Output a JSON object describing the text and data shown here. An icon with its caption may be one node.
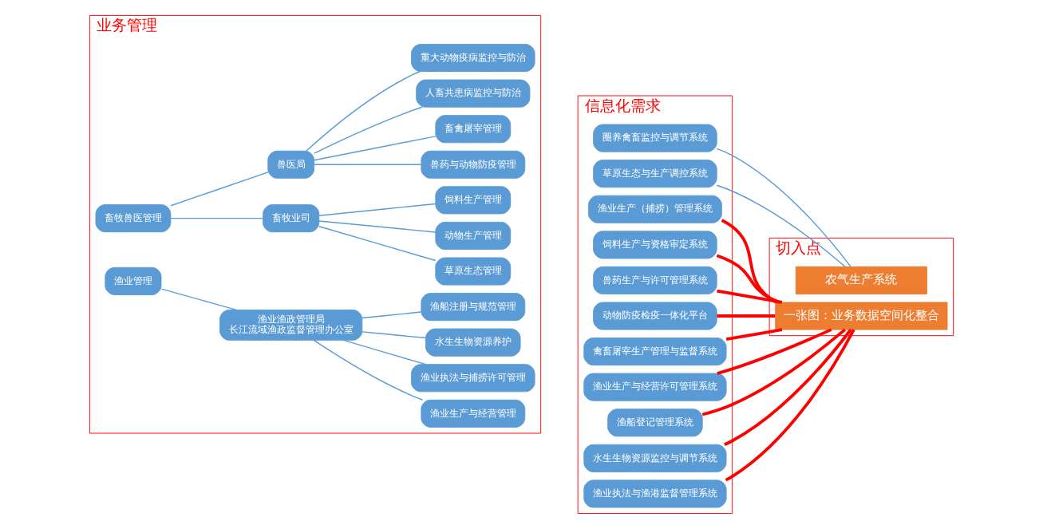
{
  "diagram": {
    "nodes": [
      {
        "text": [
          "业务管理"
        ]
      },
      {
        "text": [
          "畜牧兽医管理"
        ],
        "in": 0
      },
      {
        "text": [
          "畜牧业司"
        ],
        "in": 0
      },
      {
        "text": [
          "动物生产管理"
        ],
        "in": 0
      },
      {
        "text": [
          "草原生态管理"
        ],
        "in": 0
      },
      {
        "text": [
          "饲料生产管理"
        ],
        "in": 0
      },
      {
        "text": [
          "兽医局"
        ],
        "in": 0
      },
      {
        "text": [
          "兽药与动物防疫管理"
        ],
        "in": 0
      },
      {
        "text": [
          "重大动物疫病监控与防治"
        ],
        "in": 0
      },
      {
        "text": [
          "人畜共患病监控与防治"
        ],
        "in": 0
      },
      {
        "text": [
          "畜禽屠宰管理"
        ],
        "in": 0
      },
      {
        "text": [
          "渔业管理"
        ],
        "in": 0
      },
      {
        "text": [
          "渔业渔政管理局",
          "长江流域渔政监督管理办公室"
        ],
        "in": 0
      },
      {
        "text": [
          "渔业生产与经营管理"
        ],
        "in": 0
      },
      {
        "text": [
          "渔船注册与规范管理"
        ],
        "in": 0
      },
      {
        "text": [
          "水生生物资源养护"
        ],
        "in": 0
      },
      {
        "text": [
          "渔业执法与捕捞许可管理"
        ],
        "in": 0
      },
      {
        "text": [
          "信息化需求"
        ]
      },
      {
        "text": [
          "圈养禽畜监控与调节系统"
        ],
        "in": 17
      },
      {
        "text": [
          "草原生态与生产调控系统"
        ],
        "in": 17
      },
      {
        "text": [
          "饲料生产与资格审定系统"
        ],
        "in": 17
      },
      {
        "text": [
          "兽药生产与许可管理系统"
        ],
        "in": 17
      },
      {
        "text": [
          "动物防疫检疫一体化平台"
        ],
        "in": 17
      },
      {
        "text": [
          "禽畜屠宰生产管理与监督系统"
        ],
        "in": 17
      },
      {
        "text": [
          "渔业生产与经营许可管理系统"
        ],
        "in": 17
      },
      {
        "text": [
          "渔船登记管理系统"
        ],
        "in": 17
      },
      {
        "text": [
          "水生生物资源监控与调节系统"
        ],
        "in": 17
      },
      {
        "text": [
          "渔业执法与渔港监督管理系统"
        ],
        "in": 17
      },
      {
        "text": [
          "渔业生产（捕捞）管理系统"
        ],
        "in": 17
      },
      {
        "text": [
          "切入点"
        ]
      },
      {
        "text": [
          "农气生产系统"
        ],
        "in": 29
      },
      {
        "text": [
          "一张图：业务数据空间化整合"
        ],
        "in": 29
      }
    ],
    "edges": [
      {
        "from": 1,
        "to": 2,
        "arrow": "none"
      },
      {
        "from": 1,
        "to": 6,
        "arrow": "none"
      },
      {
        "from": 2,
        "to": 3,
        "arrow": "none"
      },
      {
        "from": 2,
        "to": 4,
        "arrow": "none"
      },
      {
        "from": 2,
        "to": 5,
        "arrow": "none"
      },
      {
        "from": 6,
        "to": 7,
        "arrow": "none"
      },
      {
        "from": 6,
        "to": 8,
        "arrow": "none"
      },
      {
        "from": 6,
        "to": 9,
        "arrow": "none"
      },
      {
        "from": 6,
        "to": 10,
        "arrow": "none"
      },
      {
        "from": 11,
        "to": 12,
        "arrow": "none"
      },
      {
        "from": 12,
        "to": 13,
        "arrow": "none"
      },
      {
        "from": 12,
        "to": 14,
        "arrow": "none"
      },
      {
        "from": 12,
        "to": 15,
        "arrow": "none"
      },
      {
        "from": 12,
        "to": 16,
        "arrow": "none"
      },
      {
        "from": 18,
        "to": 30,
        "arrow": "none"
      },
      {
        "from": 19,
        "to": 30,
        "arrow": "none"
      },
      {
        "from": 20,
        "to": 31,
        "arrow": "none",
        "style": "thick",
        "color": "#ff0000"
      },
      {
        "from": 21,
        "to": 31,
        "arrow": "none",
        "style": "thick",
        "color": "#ff0000"
      },
      {
        "from": 22,
        "to": 31,
        "arrow": "none",
        "style": "thick",
        "color": "#ff0000"
      },
      {
        "from": 23,
        "to": 31,
        "arrow": "none",
        "style": "thick",
        "color": "#ff0000"
      },
      {
        "from": 24,
        "to": 31,
        "arrow": "none",
        "style": "thick",
        "color": "#ff0000"
      },
      {
        "from": 25,
        "to": 31,
        "arrow": "none",
        "style": "thick",
        "color": "#ff0000"
      },
      {
        "from": 26,
        "to": 31,
        "arrow": "none",
        "style": "thick",
        "color": "#ff0000"
      },
      {
        "from": 27,
        "to": 31,
        "arrow": "none",
        "style": "thick",
        "color": "#ff0000"
      },
      {
        "from": 28,
        "to": 31,
        "arrow": "none",
        "style": "thick",
        "color": "#ff0000"
      }
    ]
  }
}
